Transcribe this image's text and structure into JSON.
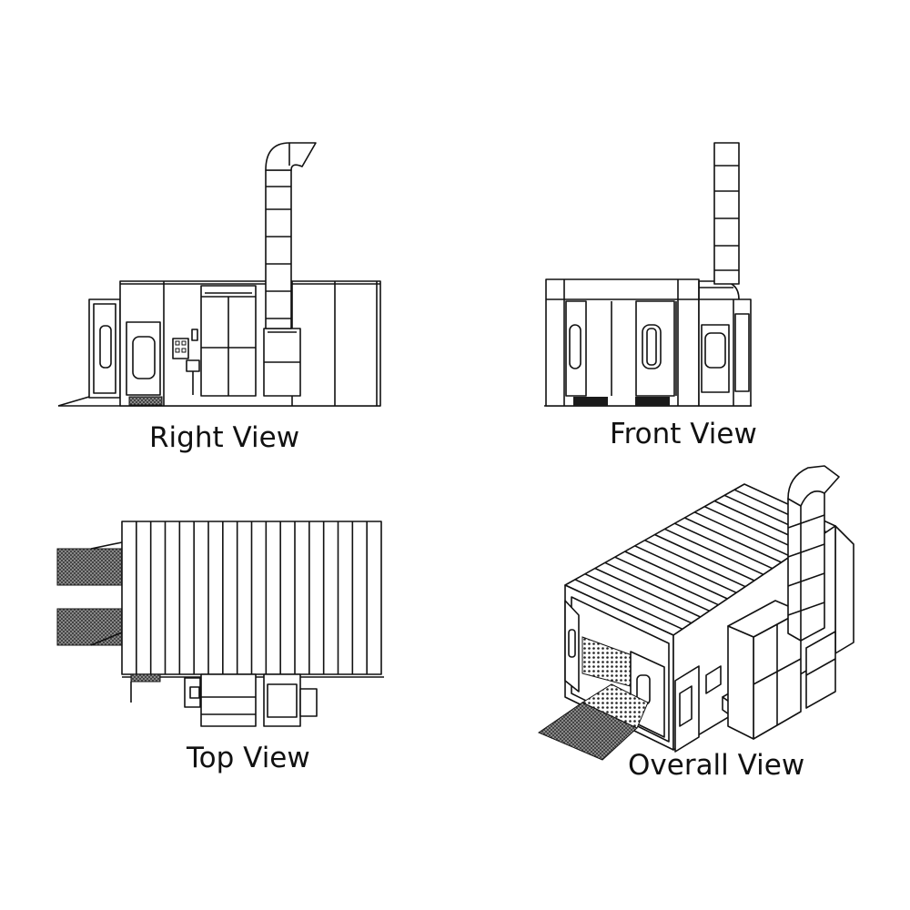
{
  "labels": {
    "right_view": "Right View",
    "front_view": "Front View",
    "top_view": "Top View",
    "overall_view": "Overall View"
  },
  "colors": {
    "line": "#111111",
    "background": "#ffffff",
    "mesh": "#444444"
  }
}
